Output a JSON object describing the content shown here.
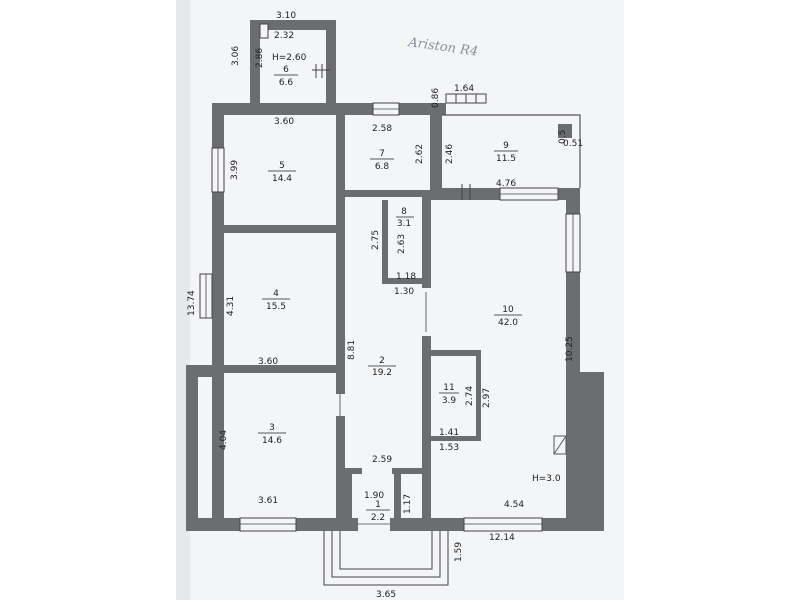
{
  "note_handwritten": "Ariston R4",
  "outer_dims": {
    "total_width": "12.14",
    "total_height": "13.74",
    "porch_width": "3.65",
    "porch_depth": "1.59"
  },
  "ceiling": {
    "main": "H=3.0",
    "annex": "H=2.60"
  },
  "rooms": [
    {
      "num": "1",
      "area": "2.2"
    },
    {
      "num": "2",
      "area": "19.2"
    },
    {
      "num": "3",
      "area": "14.6"
    },
    {
      "num": "4",
      "area": "15.5"
    },
    {
      "num": "5",
      "area": "14.4"
    },
    {
      "num": "6",
      "area": "6.6"
    },
    {
      "num": "7",
      "area": "6.8"
    },
    {
      "num": "8",
      "area": "3.1"
    },
    {
      "num": "9",
      "area": "11.5"
    },
    {
      "num": "10",
      "area": "42.0"
    },
    {
      "num": "11",
      "area": "3.9"
    }
  ],
  "dims": {
    "annex_top_outer": "3.10",
    "annex_top_inner": "2.32",
    "annex_side_outer": "3.06",
    "annex_side_inner": "2.86",
    "r5_width": "3.60",
    "r5_height": "3.99",
    "r7_width": "2.58",
    "r7_height": "2.62",
    "r9_stub": "0.86",
    "r9_step": "1.64",
    "r9_height": "2.46",
    "r9_width": "4.76",
    "r9_corner_a": "0.5",
    "r9_corner_b": "0.51",
    "r8_height_left": "2.75",
    "r8_height_right": "2.63",
    "r8_width": "1.18",
    "r2_width_top": "1.30",
    "r4_height": "4.31",
    "r4_width": "3.60",
    "r2_height": "8.81",
    "r10_height": "10.25",
    "r11_height_a": "2.74",
    "r11_height_b": "2.97",
    "r11_width_a": "1.41",
    "r11_width_b": "1.53",
    "r3_height": "4.04",
    "r3_width": "3.61",
    "r2_width_bottom": "2.59",
    "r1_width": "1.90",
    "r1_height": "1.17",
    "r10_width": "4.54"
  }
}
